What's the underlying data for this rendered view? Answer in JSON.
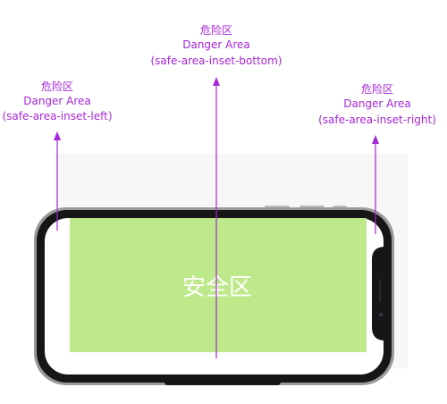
{
  "labels": {
    "bottom": {
      "title": "危险区",
      "name": "Danger Area",
      "property": "(safe-area-inset-bottom)"
    },
    "left": {
      "title": "危险区",
      "name": "Danger Area",
      "property": "(safe-area-inset-left)"
    },
    "right": {
      "title": "危险区",
      "name": "Danger Area",
      "property": "(safe-area-inset-right)"
    }
  },
  "safe_area": {
    "label": "安全区"
  },
  "colors": {
    "annotation": "#a526d6",
    "safe_area_fill": "#bde98a",
    "phone_frame": "#1a1a1a",
    "screen_background": "#ffffff"
  }
}
